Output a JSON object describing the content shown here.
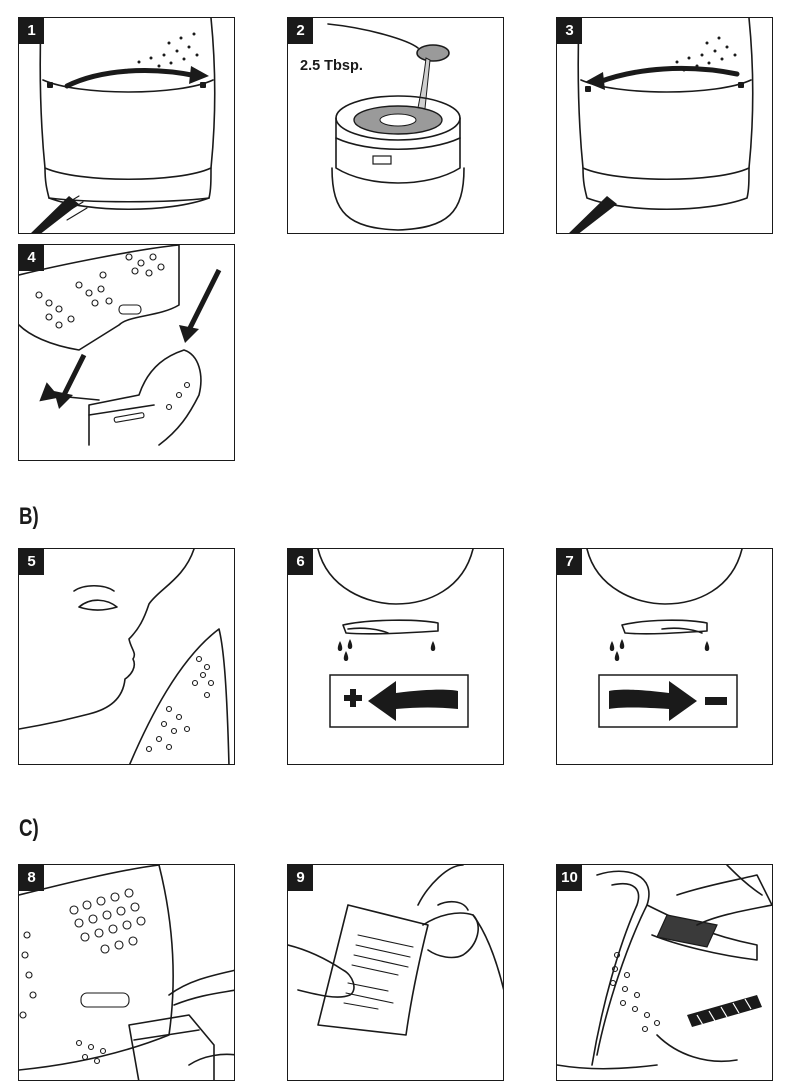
{
  "panels": [
    {
      "number": "1"
    },
    {
      "number": "2",
      "label": "2.5 Tbsp."
    },
    {
      "number": "3"
    },
    {
      "number": "4"
    },
    {
      "number": "5"
    },
    {
      "number": "6"
    },
    {
      "number": "7"
    },
    {
      "number": "8"
    },
    {
      "number": "9"
    },
    {
      "number": "10"
    }
  ],
  "sections": {
    "b": "B)",
    "c": "C)"
  }
}
